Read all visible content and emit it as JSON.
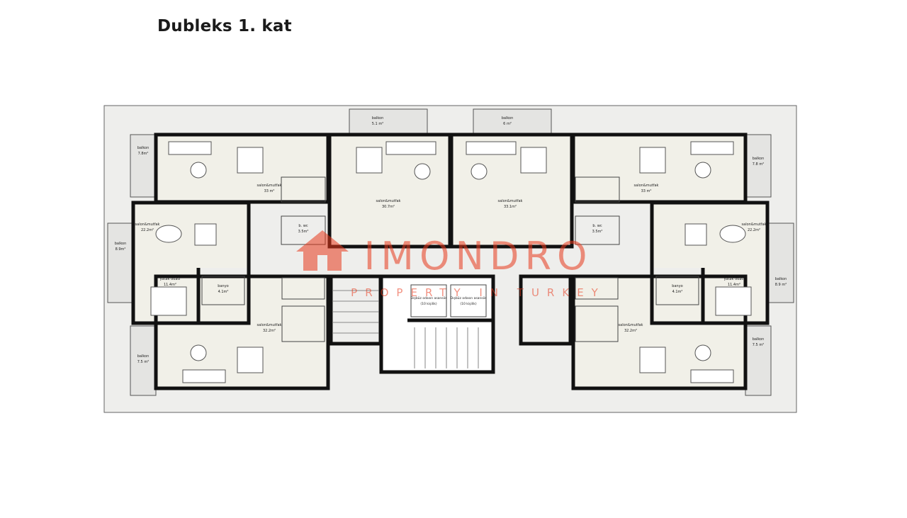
{
  "page": {
    "title": "Dubleks 1. kat"
  },
  "watermark": {
    "brand": "IMONDRO",
    "tagline": "PROPERTY IN TURKEY",
    "color": "#e8391c"
  },
  "rooms": {
    "balkon_top_left": {
      "name": "balkon",
      "area": "5.1 m²"
    },
    "balkon_top_right": {
      "name": "balkon",
      "area": "6 m²"
    },
    "balkon_left_upper": {
      "name": "balkon",
      "area": "7.8m²"
    },
    "balkon_left_mid": {
      "name": "balkon",
      "area": "8.9m²"
    },
    "balkon_left_lower": {
      "name": "balkon",
      "area": "7.5 m²"
    },
    "balkon_right_upper": {
      "name": "balkon",
      "area": "7.8 m²"
    },
    "balkon_right_mid": {
      "name": "balkon",
      "area": "8.9 m²"
    },
    "balkon_right_lower": {
      "name": "balkon",
      "area": "7.5 m²"
    },
    "salon_nw": {
      "name": "salon&mutfak",
      "area": "33 m²"
    },
    "salon_n_left": {
      "name": "salon&mutfak",
      "area": "30.7m²"
    },
    "salon_n_right": {
      "name": "salon&mutfak",
      "area": "33.1m²"
    },
    "salon_ne": {
      "name": "salon&mutfak",
      "area": "33 m²"
    },
    "salon_w": {
      "name": "salon&mutfak",
      "area": "22.2m²"
    },
    "salon_e": {
      "name": "salon&mutfak",
      "area": "22.2m²"
    },
    "salon_sw": {
      "name": "salon&mutfak",
      "area": "32.2m²"
    },
    "salon_se": {
      "name": "salon&mutfak",
      "area": "32.2m²"
    },
    "bed_w": {
      "name": "yatak odası",
      "area": "11.4m²"
    },
    "bed_e": {
      "name": "yatak odası",
      "area": "11.4m²"
    },
    "wc_w": {
      "name": "banyo",
      "area": "4.1m²"
    },
    "wc_e": {
      "name": "banyo",
      "area": "4.1m²"
    },
    "wc_nw": {
      "name": "b. wc",
      "area": "3.5m²"
    },
    "wc_ne": {
      "name": "b. wc",
      "area": "3.5m²"
    },
    "elevator_1": {
      "name": "Dışbüz odasın asansör",
      "area": "(10 kişilik)"
    },
    "elevator_2": {
      "name": "Dışbüz odasın asansör",
      "area": "(10 kişilik)"
    }
  }
}
